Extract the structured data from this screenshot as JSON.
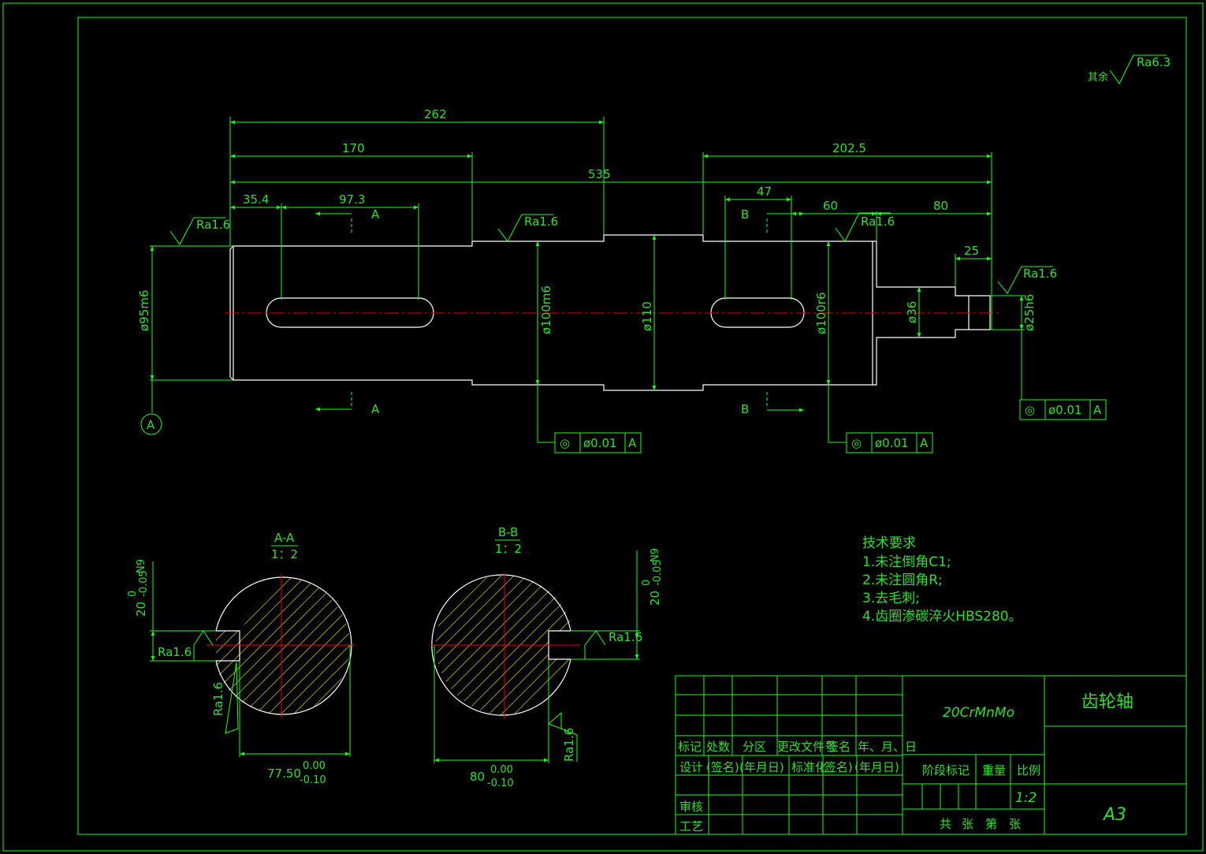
{
  "surface": {
    "general": "Ra6.3",
    "general_label": "其余",
    "ra16": "Ra1.6"
  },
  "dims": {
    "d262": "262",
    "d170": "170",
    "d535": "535",
    "d2025": "202.5",
    "d354": "35.4",
    "d973": "97.3",
    "d47": "47",
    "d60": "60",
    "d80": "80",
    "d25": "25",
    "dia95": "ø95m6",
    "dia100a": "ø100m6",
    "dia110": "ø110",
    "dia100b": "ø100r6",
    "dia36": "ø36",
    "dia25": "ø25h6"
  },
  "section_marks": {
    "a": "A",
    "b": "B"
  },
  "datum": "A",
  "tolerance_frames": [
    {
      "symbol": "◎",
      "value": "ø0.01",
      "datum": "A"
    },
    {
      "symbol": "◎",
      "value": "ø0.01",
      "datum": "A"
    },
    {
      "symbol": "◎",
      "value": "ø0.01",
      "datum": "A"
    }
  ],
  "sections": {
    "aa": {
      "title": "A-A",
      "scale": "1：2",
      "keyway": "20",
      "keyway_tol_up": "0",
      "keyway_tol_low": "-0.05",
      "keyway_fit": "N9",
      "depth": "77.50",
      "depth_tol_up": "0.00",
      "depth_tol_low": "-0.10"
    },
    "bb": {
      "title": "B-B",
      "scale": "1：2",
      "keyway": "20",
      "keyway_tol_up": "0",
      "keyway_tol_low": "-0.05",
      "keyway_fit": "N9",
      "depth": "80",
      "depth_tol_up": "0.00",
      "depth_tol_low": "-0.10"
    }
  },
  "tech_req": {
    "title": "技术要求",
    "items": [
      "1.未注倒角C1;",
      "2.未注圆角R;",
      "3.去毛刺;",
      "4.齿圈渗碳淬火HBS280。"
    ]
  },
  "title_block": {
    "material": "20CrMnMo",
    "part_name": "齿轮轴",
    "format": "A3",
    "scale": "1:2",
    "h_mark": "标记",
    "h_count": "处数",
    "h_zone": "分区",
    "h_doc": "更改文件号",
    "h_sign": "签名",
    "h_date": "年、月、日",
    "design": "设计",
    "sign1": "(签名)",
    "date1": "(年月日)",
    "standard": "标准化",
    "sign2": "(签名)",
    "date2": "(年月日)",
    "stage": "阶段标记",
    "weight": "重量",
    "ratio": "比例",
    "review": "审核",
    "process": "工艺",
    "total": "共",
    "sheet": "张",
    "page": "第",
    "sheet2": "张"
  }
}
